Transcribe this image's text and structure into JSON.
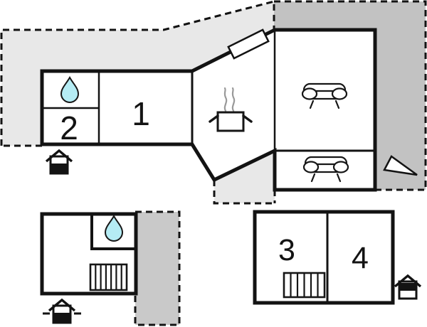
{
  "plan": {
    "type": "floor-plan",
    "rooms": [
      {
        "label": "1"
      },
      {
        "label": "2"
      },
      {
        "label": "3"
      },
      {
        "label": "4"
      }
    ],
    "icons": {
      "water_drop": "teardrop = bathroom/water",
      "cooking_pot": "pot with steam = kitchen",
      "sofa": "sofa = living room",
      "stairs": "hatched rectangle = stairs",
      "window": "angled rectangle on wall = window",
      "entrance_house": "small house glyph = entrance",
      "direction_triangle": "triangle pointer in terrace"
    }
  },
  "colors": {
    "background": "#ffffff",
    "terrace_light": "#e8e8e8",
    "terrace_dark": "#c2c2c2",
    "terrace_medium": "#c9c9c9",
    "water_drop": "#b5ecf4",
    "line": "#131313",
    "steam": "#999999"
  }
}
